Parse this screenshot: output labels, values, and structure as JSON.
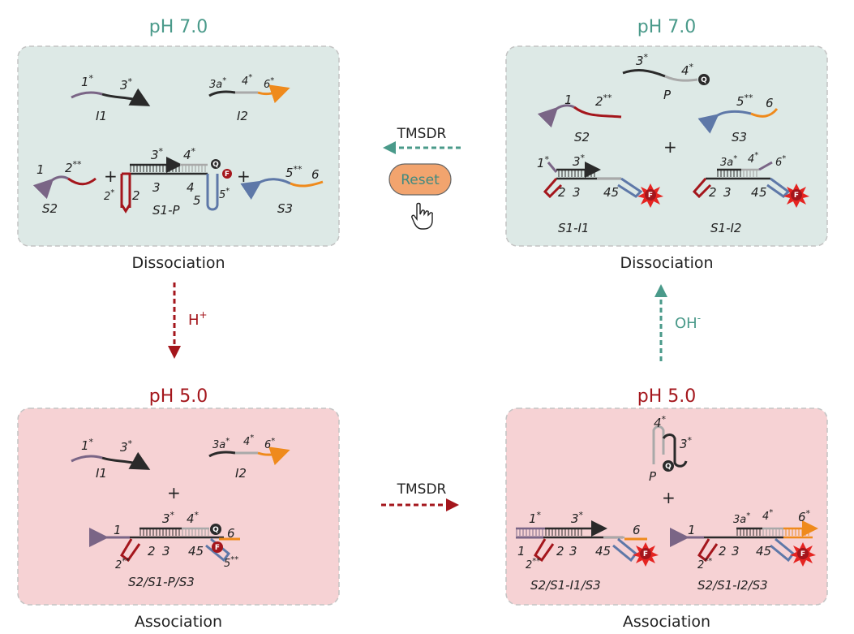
{
  "colors": {
    "teal_panel": "#dde9e6",
    "pink_panel": "#f6d2d4",
    "teal_text": "#4a9a8a",
    "red_text": "#a4161c",
    "strand_black": "#2a2a2a",
    "strand_purple": "#7a6586",
    "strand_darkred": "#a4161c",
    "strand_blue": "#5e78a8",
    "strand_orange": "#ef8a1c",
    "strand_gray": "#a9a9a9",
    "reset_button": "#f2a46e"
  },
  "panels": {
    "top_left": {
      "ph": "pH 7.0",
      "state": "Dissociation"
    },
    "top_right": {
      "ph": "pH 7.0",
      "state": "Dissociation"
    },
    "bottom_left": {
      "ph": "pH 5.0",
      "state": "Association"
    },
    "bottom_right": {
      "ph": "pH 5.0",
      "state": "Association"
    }
  },
  "arrows": {
    "top": "TMSDR",
    "bottom": "TMSDR",
    "left": "H",
    "left_sup": "+",
    "right": "OH",
    "right_sup": "-"
  },
  "reset_button": {
    "label": "Reset",
    "icon": "hand-pointer-icon"
  },
  "species": {
    "i1": {
      "name": "I1",
      "d1": "1",
      "d3": "3"
    },
    "i2": {
      "name": "I2",
      "d3a": "3a",
      "d4": "4",
      "d6": "6"
    },
    "s2": {
      "name": "S2",
      "d1": "1",
      "d2": "2"
    },
    "s3": {
      "name": "S3",
      "d5": "5",
      "d6": "6"
    },
    "s1p": {
      "name": "S1-P",
      "d2": "2",
      "d3": "3",
      "d4": "4",
      "d5": "5"
    },
    "p": {
      "name": "P",
      "d3": "3",
      "d4": "4"
    },
    "s1i1": {
      "name": "S1-I1",
      "d1": "1",
      "d3": "3",
      "d2": "2",
      "d4": "4",
      "d5": "5"
    },
    "s1i2": {
      "name": "S1-I2",
      "d3a": "3a",
      "d4": "4",
      "d6": "6",
      "d2": "2",
      "d3": "3",
      "d5": "5"
    },
    "complex_p": {
      "name": "S2/S1-P/S3",
      "d1": "1",
      "d3": "3",
      "d4": "4",
      "d6": "6",
      "d2": "2",
      "d5": "5",
      "d45": "45"
    },
    "complex_i1": {
      "name": "S2/S1-I1/S3",
      "d1": "1",
      "d3": "3",
      "d6": "6",
      "d2": "2",
      "d45": "45"
    },
    "complex_i2": {
      "name": "S2/S1-I2/S3",
      "d1": "1",
      "d3a": "3a",
      "d4": "4",
      "d6": "6",
      "d2": "2",
      "d3": "3",
      "d45": "45"
    }
  },
  "markers": {
    "quencher": "Q",
    "fluorophore": "F"
  },
  "star": "*",
  "double_star": "**",
  "plus": "+"
}
